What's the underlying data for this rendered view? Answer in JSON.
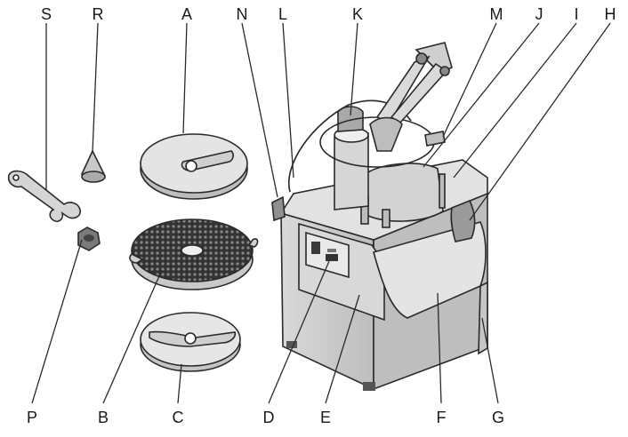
{
  "labels": {
    "S": "S",
    "R": "R",
    "A": "A",
    "N": "N",
    "L": "L",
    "K": "K",
    "M": "M",
    "J": "J",
    "I": "I",
    "H": "H",
    "P": "P",
    "B": "B",
    "C": "C",
    "D": "D",
    "E": "E",
    "F": "F",
    "G": "G"
  },
  "colors": {
    "outline": "#2a2a2a",
    "body_light": "#e6e6e6",
    "body_mid": "#cfcfcf",
    "body_dark": "#a9a9a9",
    "grid_disc": "#3c3c3c"
  }
}
